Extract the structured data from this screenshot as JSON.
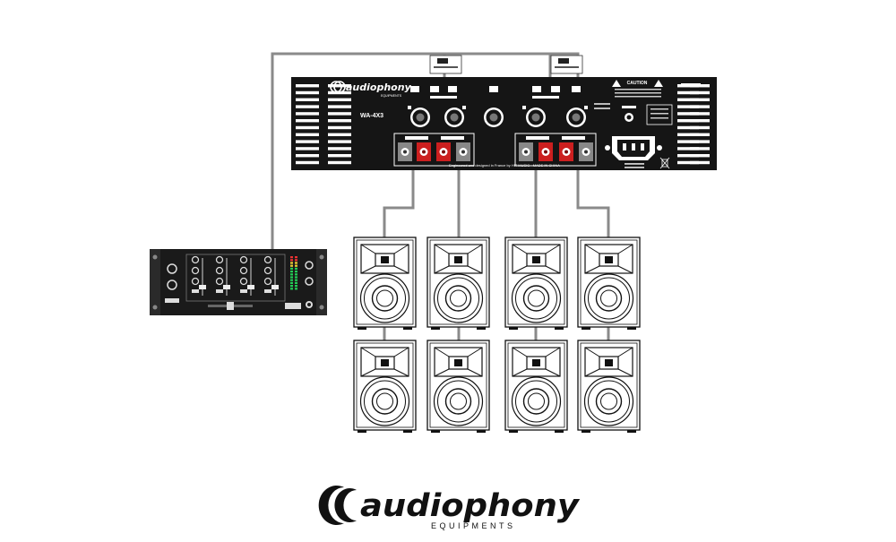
{
  "amplifier": {
    "brand": "audiophony",
    "brand_sub": "EQUIPMENTS",
    "model": "WA-4X3",
    "caution_title": "CAUTION",
    "footer_text": "Engineered and designed in France by HIT MUSIC - MADE IN CHINA"
  },
  "logo": {
    "word": "audiophony",
    "sub": "EQUIPMENTS"
  },
  "colors": {
    "panel": "#151515",
    "terminal_red": "#cc1f1f",
    "cable": "#8a8a8a",
    "line": "#111111"
  },
  "icons": {
    "logo_mark": "double-crescent-icon",
    "bin": "wheelie-bin-icon",
    "power": "iec-power-inlet-icon"
  }
}
